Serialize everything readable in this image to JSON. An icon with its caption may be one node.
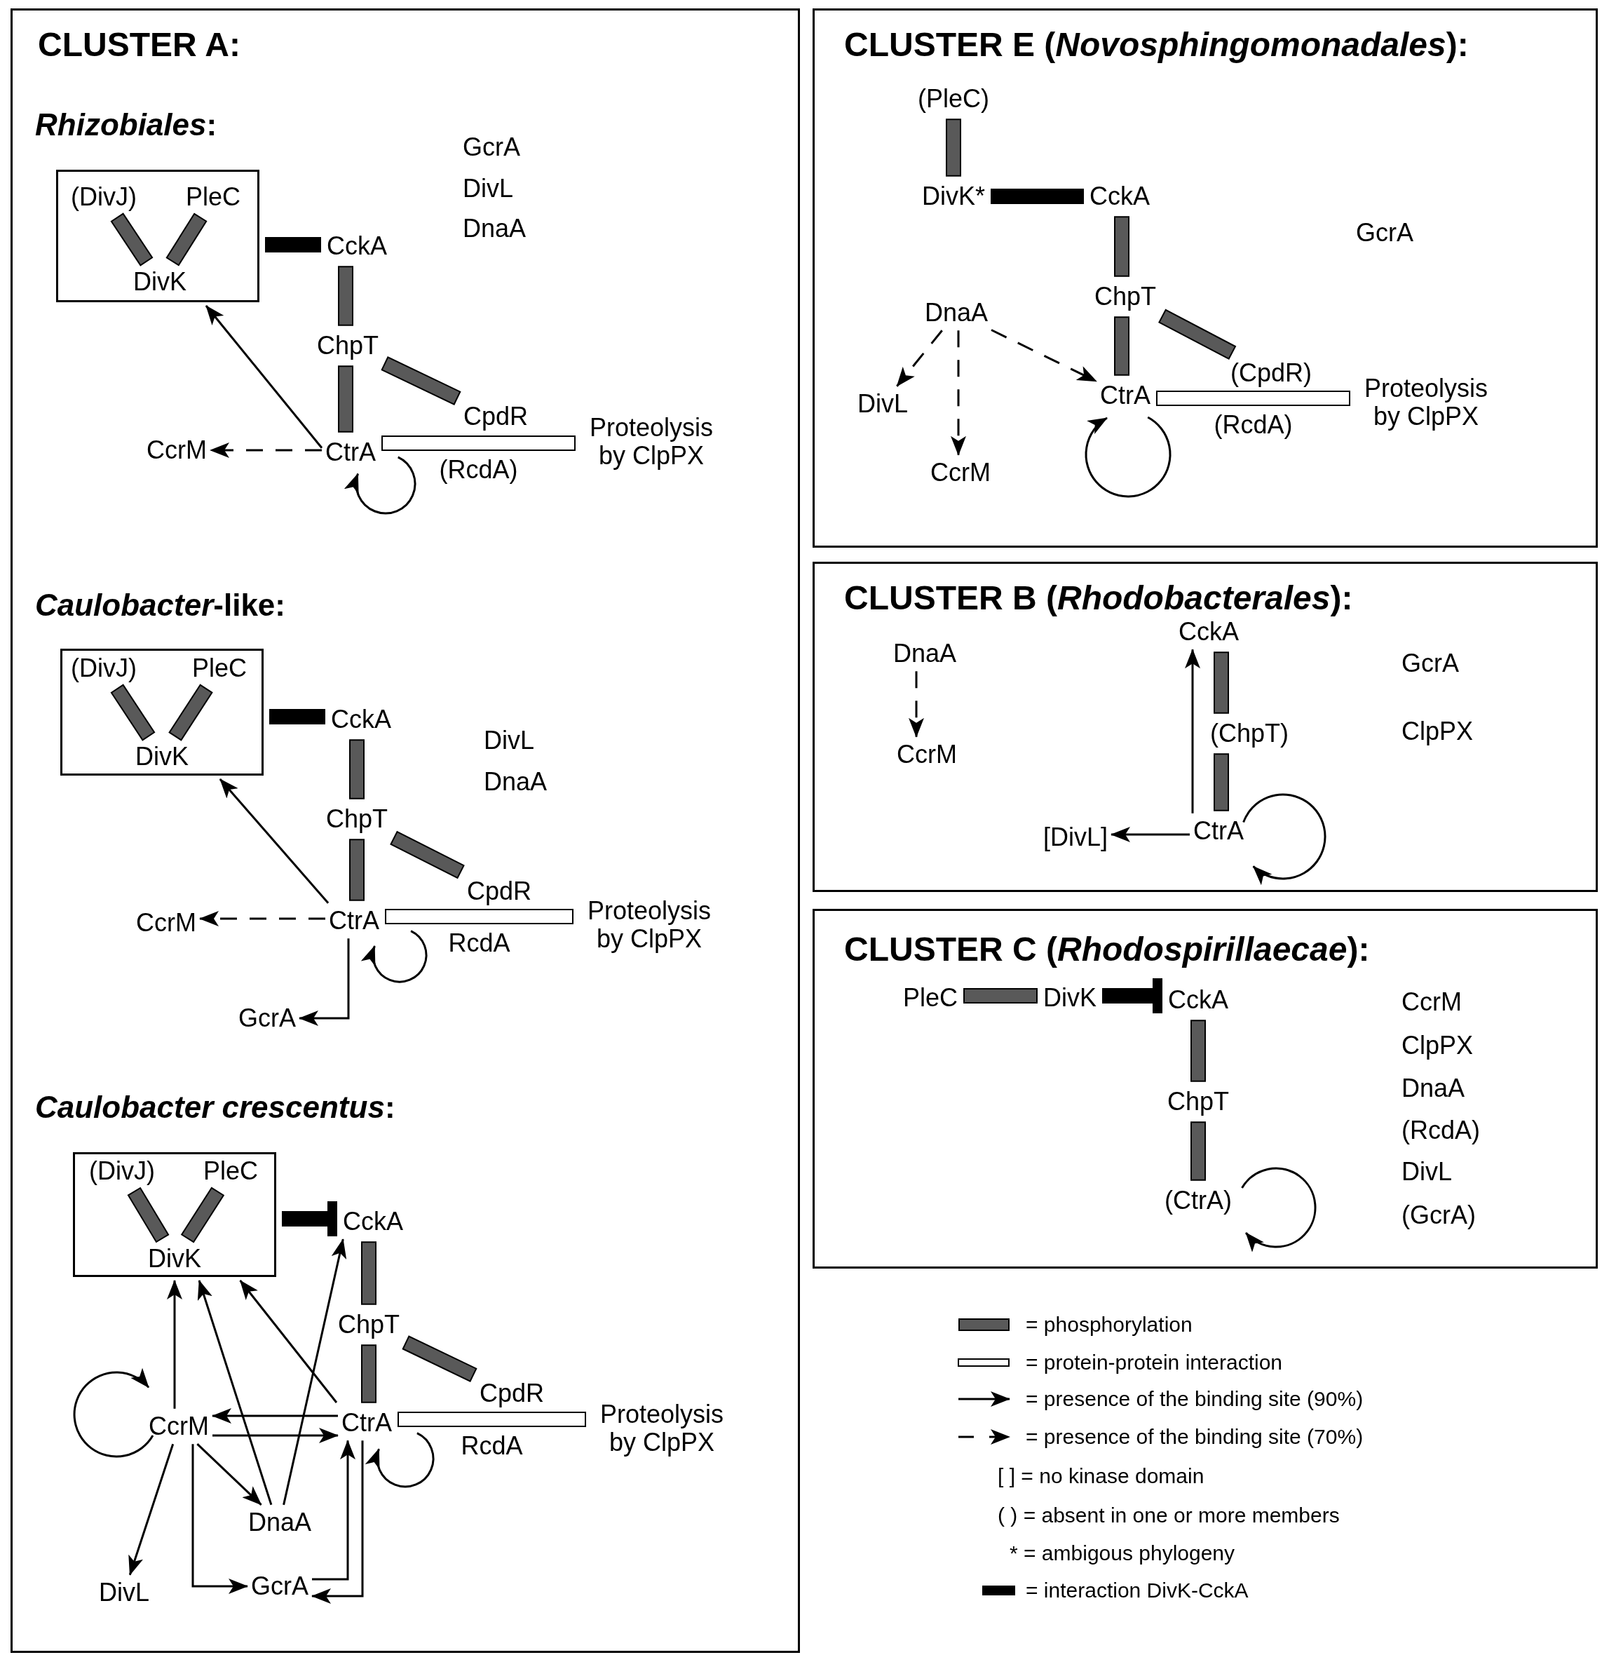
{
  "diagram": {
    "nodes": [
      {
        "text": [
          "CLUSTER A:"
        ]
      },
      {
        "text": [],
        "shape": "box",
        "in": 0
      },
      {
        "text": [
          "(DivJ)"
        ],
        "in": 1
      },
      {
        "text": [
          "PleC"
        ],
        "in": 1
      },
      {
        "text": [
          "DivK"
        ],
        "in": 1
      },
      {
        "text": [
          "CckA"
        ],
        "in": 0
      },
      {
        "text": [
          "ChpT"
        ],
        "in": 0
      },
      {
        "text": [
          "CpdR"
        ],
        "in": 0
      },
      {
        "text": [
          "CtrA"
        ],
        "in": 0
      },
      {
        "text": [
          "CcrM"
        ],
        "in": 0
      },
      {
        "text": [
          "Proteolysis by ClpPX"
        ],
        "in": 0
      },
      {
        "text": [],
        "shape": "box",
        "in": 0
      },
      {
        "text": [
          "(DivJ)"
        ],
        "in": 11
      },
      {
        "text": [
          "PleC"
        ],
        "in": 11
      },
      {
        "text": [
          "DivK"
        ],
        "in": 11
      },
      {
        "text": [
          "CckA"
        ],
        "in": 0
      },
      {
        "text": [
          "ChpT"
        ],
        "in": 0
      },
      {
        "text": [
          "CpdR"
        ],
        "in": 0
      },
      {
        "text": [
          "CtrA"
        ],
        "in": 0
      },
      {
        "text": [
          "CcrM"
        ],
        "in": 0
      },
      {
        "text": [
          "Proteolysis by ClpPX"
        ],
        "in": 0
      },
      {
        "text": [
          "GcrA"
        ],
        "in": 0
      },
      {
        "text": [],
        "shape": "box",
        "in": 0
      },
      {
        "text": [
          "(DivJ)"
        ],
        "in": 22
      },
      {
        "text": [
          "PleC"
        ],
        "in": 22
      },
      {
        "text": [
          "DivK"
        ],
        "in": 22
      },
      {
        "text": [
          "CckA"
        ],
        "in": 0
      },
      {
        "text": [
          "ChpT"
        ],
        "in": 0
      },
      {
        "text": [
          "CpdR"
        ],
        "in": 0
      },
      {
        "text": [
          "CtrA"
        ],
        "in": 0
      },
      {
        "text": [
          "CcrM"
        ],
        "in": 0
      },
      {
        "text": [
          "Proteolysis by ClpPX"
        ],
        "in": 0
      },
      {
        "text": [
          "DnaA"
        ],
        "in": 0
      },
      {
        "text": [
          "DivL"
        ],
        "in": 0
      },
      {
        "text": [
          "GcrA"
        ],
        "in": 0
      },
      {
        "text": [
          "CLUSTER E (*Novosphingomonadales*):"
        ]
      },
      {
        "text": [
          "(PleC)"
        ],
        "in": 35
      },
      {
        "text": [
          "DivK*"
        ],
        "in": 35
      },
      {
        "text": [
          "CckA"
        ],
        "in": 35
      },
      {
        "text": [
          "ChpT"
        ],
        "in": 35
      },
      {
        "text": [
          "DnaA"
        ],
        "in": 35
      },
      {
        "text": [
          "(CpdR)"
        ],
        "in": 35
      },
      {
        "text": [
          "CtrA"
        ],
        "in": 35
      },
      {
        "text": [
          "Proteolysis by ClpPX"
        ],
        "in": 35
      },
      {
        "text": [
          "DivL"
        ],
        "in": 35
      },
      {
        "text": [
          "CcrM"
        ],
        "in": 35
      },
      {
        "text": [
          "CLUSTER B (*Rhodobacterales*):"
        ]
      },
      {
        "text": [
          "DnaA"
        ],
        "in": 46
      },
      {
        "text": [
          "CcrM"
        ],
        "in": 46
      },
      {
        "text": [
          "CckA"
        ],
        "in": 46
      },
      {
        "text": [
          "(ChpT)"
        ],
        "in": 46
      },
      {
        "text": [
          "CtrA"
        ],
        "in": 46
      },
      {
        "text": [
          "[DivL]"
        ],
        "in": 46
      },
      {
        "text": [
          "CLUSTER C (*Rhodospirillaecae*):"
        ]
      },
      {
        "text": [
          "PleC"
        ],
        "in": 53
      },
      {
        "text": [
          "DivK"
        ],
        "in": 53
      },
      {
        "text": [
          "CckA"
        ],
        "in": 53
      },
      {
        "text": [
          "ChpT"
        ],
        "in": 53
      },
      {
        "text": [
          "(CtrA)"
        ],
        "in": 53
      }
    ],
    "edges": [
      {
        "from": 2,
        "to": 4,
        "arrow": "none",
        "style": "thick",
        "color": "#595959"
      },
      {
        "from": 3,
        "to": 4,
        "arrow": "none",
        "style": "thick",
        "color": "#595959"
      },
      {
        "from": 1,
        "to": 5,
        "arrow": "none",
        "style": "thick",
        "color": "#000000"
      },
      {
        "from": 5,
        "to": 6,
        "arrow": "none",
        "style": "thick",
        "color": "#595959"
      },
      {
        "from": 6,
        "to": 8,
        "arrow": "none",
        "style": "thick",
        "color": "#595959"
      },
      {
        "from": 6,
        "to": 7,
        "arrow": "none",
        "style": "thick",
        "color": "#595959"
      },
      {
        "from": 8,
        "to": 10,
        "arrow": "none",
        "style": "thick",
        "color": "#ffffff",
        "label": "(RcdA)"
      },
      {
        "from": 8,
        "to": 1,
        "arrow": "to"
      },
      {
        "from": 8,
        "to": 9,
        "arrow": "to",
        "style": "dashed"
      },
      {
        "from": 8,
        "to": 8,
        "arrow": "to"
      },
      {
        "from": 12,
        "to": 14,
        "arrow": "none",
        "style": "thick",
        "color": "#595959"
      },
      {
        "from": 13,
        "to": 14,
        "arrow": "none",
        "style": "thick",
        "color": "#595959"
      },
      {
        "from": 11,
        "to": 15,
        "arrow": "none",
        "style": "thick",
        "color": "#000000"
      },
      {
        "from": 15,
        "to": 16,
        "arrow": "none",
        "style": "thick",
        "color": "#595959"
      },
      {
        "from": 16,
        "to": 18,
        "arrow": "none",
        "style": "thick",
        "color": "#595959"
      },
      {
        "from": 16,
        "to": 17,
        "arrow": "none",
        "style": "thick",
        "color": "#595959"
      },
      {
        "from": 18,
        "to": 20,
        "arrow": "none",
        "style": "thick",
        "color": "#ffffff",
        "label": "RcdA"
      },
      {
        "from": 18,
        "to": 11,
        "arrow": "to"
      },
      {
        "from": 18,
        "to": 19,
        "arrow": "to",
        "style": "dashed"
      },
      {
        "from": 18,
        "to": 18,
        "arrow": "to"
      },
      {
        "from": 18,
        "to": 21,
        "arrow": "to"
      },
      {
        "from": 23,
        "to": 25,
        "arrow": "none",
        "style": "thick",
        "color": "#595959"
      },
      {
        "from": 24,
        "to": 25,
        "arrow": "none",
        "style": "thick",
        "color": "#595959"
      },
      {
        "from": 22,
        "to": 26,
        "arrow": "other",
        "style": "thick",
        "color": "#000000"
      },
      {
        "from": 26,
        "to": 27,
        "arrow": "none",
        "style": "thick",
        "color": "#595959"
      },
      {
        "from": 27,
        "to": 29,
        "arrow": "none",
        "style": "thick",
        "color": "#595959"
      },
      {
        "from": 27,
        "to": 28,
        "arrow": "none",
        "style": "thick",
        "color": "#595959"
      },
      {
        "from": 29,
        "to": 31,
        "arrow": "none",
        "style": "thick",
        "color": "#ffffff",
        "label": "RcdA"
      },
      {
        "from": 29,
        "to": 22,
        "arrow": "to"
      },
      {
        "from": 30,
        "to": 22,
        "arrow": "to"
      },
      {
        "from": 32,
        "to": 22,
        "arrow": "to"
      },
      {
        "from": 32,
        "to": 26,
        "arrow": "to"
      },
      {
        "from": 30,
        "to": 29,
        "arrow": "to"
      },
      {
        "from": 29,
        "to": 30,
        "arrow": "to"
      },
      {
        "from": 30,
        "to": 30,
        "arrow": "to"
      },
      {
        "from": 30,
        "to": 32,
        "arrow": "to"
      },
      {
        "from": 30,
        "to": 33,
        "arrow": "to"
      },
      {
        "from": 30,
        "to": 34,
        "arrow": "to"
      },
      {
        "from": 34,
        "to": 29,
        "arrow": "to"
      },
      {
        "from": 29,
        "to": 34,
        "arrow": "to"
      },
      {
        "from": 29,
        "to": 29,
        "arrow": "to"
      },
      {
        "from": 36,
        "to": 37,
        "arrow": "none",
        "style": "thick",
        "color": "#595959"
      },
      {
        "from": 37,
        "to": 38,
        "arrow": "none",
        "style": "thick",
        "color": "#000000"
      },
      {
        "from": 38,
        "to": 39,
        "arrow": "none",
        "style": "thick",
        "color": "#595959"
      },
      {
        "from": 39,
        "to": 42,
        "arrow": "none",
        "style": "thick",
        "color": "#595959"
      },
      {
        "from": 39,
        "to": 41,
        "arrow": "none",
        "style": "thick",
        "color": "#595959"
      },
      {
        "from": 42,
        "to": 43,
        "arrow": "none",
        "style": "thick",
        "color": "#ffffff",
        "label": "(RcdA)"
      },
      {
        "from": 40,
        "to": 44,
        "arrow": "to",
        "style": "dashed"
      },
      {
        "from": 40,
        "to": 45,
        "arrow": "to",
        "style": "dashed"
      },
      {
        "from": 40,
        "to": 42,
        "arrow": "to",
        "style": "dashed"
      },
      {
        "from": 42,
        "to": 42,
        "arrow": "to"
      },
      {
        "from": 47,
        "to": 48,
        "arrow": "to",
        "style": "dashed"
      },
      {
        "from": 49,
        "to": 50,
        "arrow": "none",
        "style": "thick",
        "color": "#595959"
      },
      {
        "from": 50,
        "to": 51,
        "arrow": "none",
        "style": "thick",
        "color": "#595959"
      },
      {
        "from": 51,
        "to": 49,
        "arrow": "to"
      },
      {
        "from": 51,
        "to": 52,
        "arrow": "to"
      },
      {
        "from": 51,
        "to": 51,
        "arrow": "to"
      },
      {
        "from": 54,
        "to": 55,
        "arrow": "none",
        "style": "thick",
        "color": "#595959"
      },
      {
        "from": 55,
        "to": 56,
        "arrow": "other",
        "style": "thick",
        "color": "#000000"
      },
      {
        "from": 56,
        "to": 57,
        "arrow": "none",
        "style": "thick",
        "color": "#595959"
      },
      {
        "from": 57,
        "to": 58,
        "arrow": "none",
        "style": "thick",
        "color": "#595959"
      },
      {
        "from": 58,
        "to": 58,
        "arrow": "to"
      }
    ],
    "labels": [
      "*Rhizobiales*:",
      "GcrA",
      "DivL",
      "DnaA",
      "*Caulobacter*-like:",
      "DivL",
      "DnaA",
      "*Caulobacter crescentus*:",
      "GcrA",
      "GcrA",
      "ClpPX",
      "CcrM",
      "ClpPX",
      "DnaA",
      "(RcdA)",
      "DivL",
      "(GcrA)"
    ],
    "legend": [
      {
        "text": "= phosphorylation",
        "color": "#595959"
      },
      {
        "text": "= protein-protein interaction"
      },
      {
        "text": "= presence of the binding site (90%)"
      },
      {
        "text": "= presence of the binding site (70%)"
      },
      {
        "text": "[ ] = no kinase domain"
      },
      {
        "text": "( ) = absent in one or more members"
      },
      {
        "text": "* = ambigous phylogeny"
      },
      {
        "text": "= interaction DivK-CckA",
        "color": "#000000"
      }
    ]
  }
}
